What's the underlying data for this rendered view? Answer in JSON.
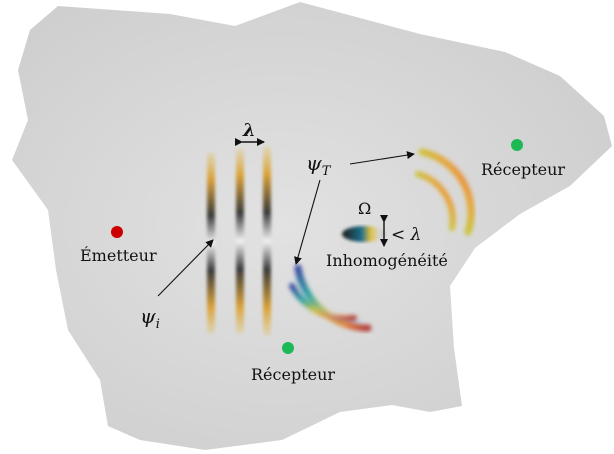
{
  "labels": {
    "emitter": "Émetteur",
    "receiver_top": "Récepteur",
    "receiver_bottom": "Récepteur",
    "inhomogeneity": "Inhomogénéité",
    "omega": "Ω",
    "lambda": "λ",
    "less_than_lambda": "< λ",
    "psi_i_base": "ψ",
    "psi_i_sub": "i",
    "psi_T_base": "ψ",
    "psi_T_sub": "T"
  },
  "colors": {
    "background_region": "#d9d9d9",
    "emitter_dot": "#cc0000",
    "receiver_dot": "#1db954"
  }
}
